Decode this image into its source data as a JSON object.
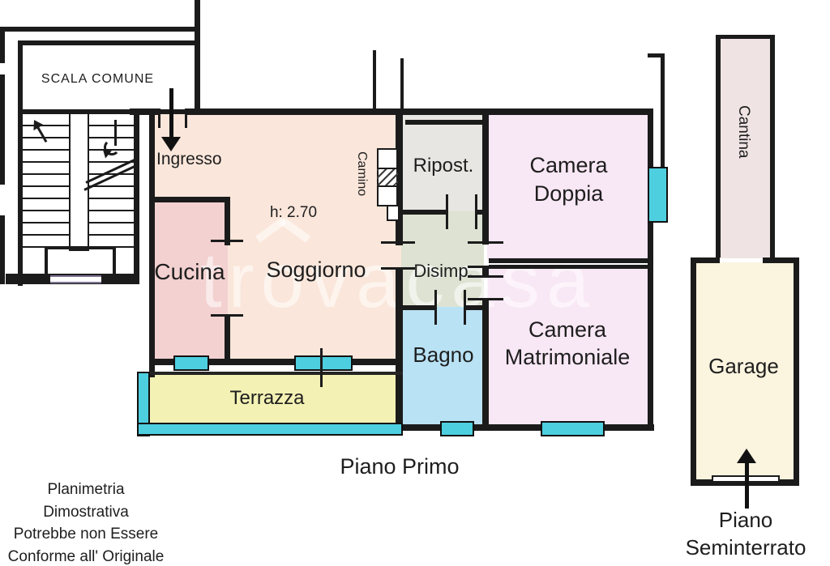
{
  "plan": {
    "labels": {
      "scala_comune": "SCALA COMUNE",
      "ingresso": "Ingresso",
      "cucina": "Cucina",
      "soggiorno": "Soggiorno",
      "height_note": "h: 2.70",
      "camino": "Camino",
      "ripostiglio": "Ripost.",
      "disimpegno": "Disimp.",
      "bagno": "Bagno",
      "camera_doppia_line1": "Camera",
      "camera_doppia_line2": "Doppia",
      "camera_matrimoniale_line1": "Camera",
      "camera_matrimoniale_line2": "Matrimoniale",
      "terrazza": "Terrazza",
      "cantina": "Cantina",
      "garage": "Garage",
      "floor_main": "Piano Primo",
      "floor_basement_line1": "Piano",
      "floor_basement_line2": "Seminterrato"
    },
    "disclaimer": {
      "line1": "Planimetria",
      "line2": "Dimostrativa",
      "line3": "Potrebbe non Essere",
      "line4": "Conforme all' Originale"
    },
    "watermark": {
      "part1": "tr",
      "part2": "o",
      "part3": "vacasa"
    },
    "colors": {
      "wall": "#1b1b1b",
      "living_peach": "#fae6da",
      "kitchen_pink": "#f3d1d0",
      "storage_gray": "#e7e6e2",
      "hall_green": "#dde2d2",
      "bath_blue": "#b9e2f4",
      "bedroom_pink": "#f8e7f4",
      "terrace_yellow": "#f3f1b4",
      "window_cyan": "#4ecfdf",
      "cellar_fill": "#f0e3e4",
      "garage_fill": "#fbf4df",
      "door_accent": "#7d7291"
    }
  }
}
